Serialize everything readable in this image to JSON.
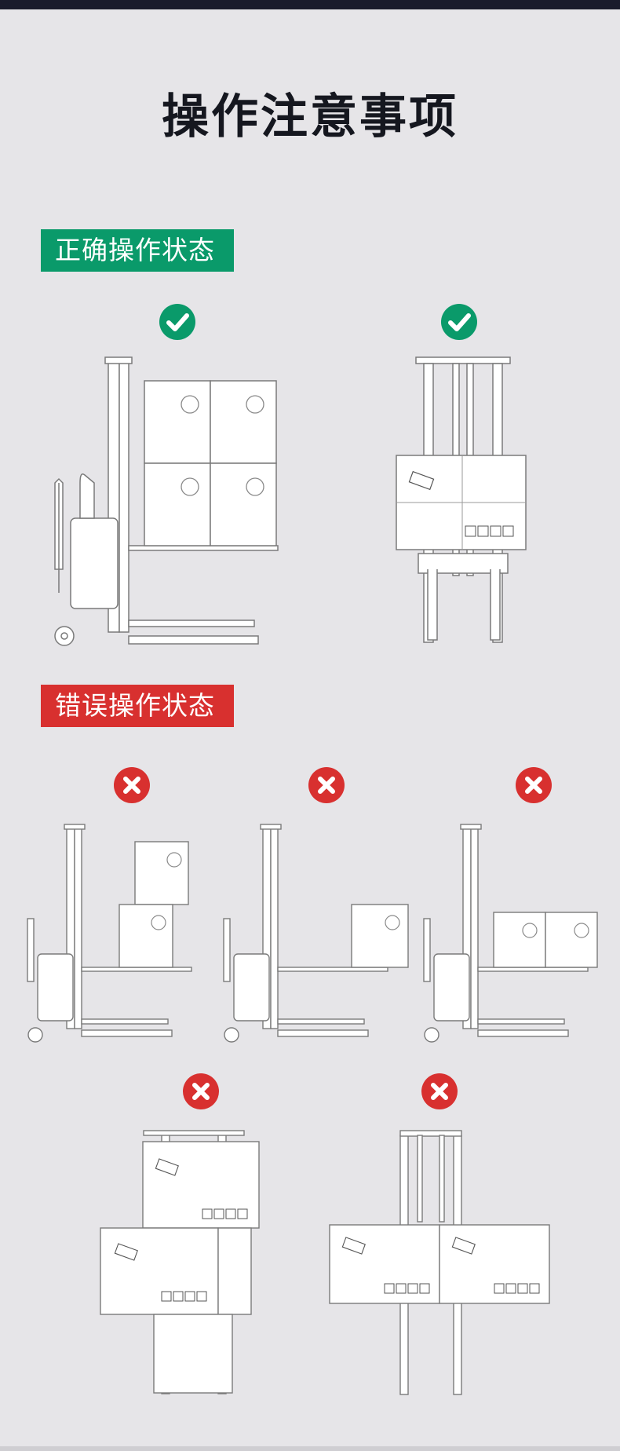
{
  "page": {
    "title": "操作注意事项",
    "background": "#e6e5e8",
    "top_bar_color": "#1a1b2c"
  },
  "sections": {
    "correct": {
      "label": "正确操作状态",
      "color": "#0a9a6a",
      "badge_icon": "check-icon",
      "illustrations": [
        "side-view-stacked-boxes",
        "front-view-single-box"
      ]
    },
    "wrong": {
      "label": "错误操作状态",
      "color": "#d8302f",
      "badge_icon": "cross-icon",
      "illustrations": [
        "side-view-boxes-too-high",
        "side-view-box-at-fork-tip",
        "side-view-oversized-load",
        "front-view-overhanging-stack",
        "front-view-wide-load"
      ]
    }
  },
  "box_labels": {
    "recycle_symbol": "recycle-icon",
    "barcode": "barcode-icon"
  }
}
